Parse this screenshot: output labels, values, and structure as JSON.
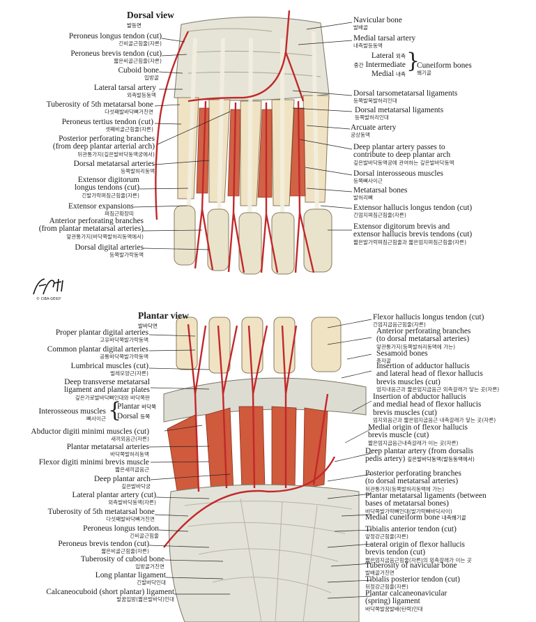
{
  "dorsal": {
    "title": "Dorsal view",
    "title_ko": "발등면",
    "left_labels": [
      {
        "en": "Peroneus longus tendon (cut)",
        "ko": "긴비골근힘줄(자른)"
      },
      {
        "en": "Peroneus brevis tendon (cut)",
        "ko": "짧은비골근힘줄(자른)"
      },
      {
        "en": "Cuboid bone",
        "ko": "입방골"
      },
      {
        "en": "Lateral tarsal artery",
        "ko": "외측발등동맥"
      },
      {
        "en": "Tuberosity of 5th metatarsal bone",
        "ko": "다섯째발바닥뼈거친면"
      },
      {
        "en": "Peroneus tertius tendon (cut)",
        "ko": "셋째비골근힘줄(자른)"
      },
      {
        "en": "Posterior perforating branches",
        "ko": ""
      },
      {
        "en": "(from deep plantar arterial arch)",
        "ko": "뒤관통가지(깊은발바닥동맥궁에서)"
      },
      {
        "en": "Dorsal metatarsal arteries",
        "ko": "등쪽발허리동맥"
      },
      {
        "en": "Extensor digitorum",
        "ko": ""
      },
      {
        "en": "longus tendons (cut)",
        "ko": "긴발가락펴짐근힘줄(자른)"
      },
      {
        "en": "Extensor expansions",
        "ko": "펴짐근확장띠"
      },
      {
        "en": "Anterior perforating branches",
        "ko": ""
      },
      {
        "en": "(from plantar metatarsal arteries)",
        "ko": "앞관통가지(바닥쪽발허리동맥에서)"
      },
      {
        "en": "Dorsal digital arteries",
        "ko": "등쪽발가락동맥"
      }
    ],
    "right_labels": [
      {
        "en": "Navicular bone",
        "ko": "발배골"
      },
      {
        "en": "Medial tarsal artery",
        "ko": "내측발등동맥"
      },
      {
        "en": "Dorsal tarsometatarsal ligaments",
        "ko": "등쪽발목발허리인대"
      },
      {
        "en": "Dorsal metatarsal ligaments",
        "ko": "등쪽발허리인대"
      },
      {
        "en": "Arcuate artery",
        "ko": "궁상동맥"
      },
      {
        "en": "Deep plantar artery passes to",
        "ko": ""
      },
      {
        "en": "contribute to deep plantar arch",
        "ko": "깊은발바닥동맥궁에 관여하는 깊은발바닥동맥"
      },
      {
        "en": "Dorsal interosseous muscles",
        "ko": "등쪽뼈사이근"
      },
      {
        "en": "Metatarsal bones",
        "ko": "발허리뼈"
      },
      {
        "en": "Extensor hallucis longus tendon (cut)",
        "ko": "긴엄지펴짐근힘줄(자른)"
      },
      {
        "en": "Extensor digitorum brevis and",
        "ko": ""
      },
      {
        "en": "extensor hallucis brevis tendons (cut)",
        "ko": "짧은발가락펴짐근힘줄과 짧은엄지펴짐근힘줄(자른)"
      }
    ],
    "cuneiform": {
      "lateral": "Lateral",
      "lateral_ko": "외측",
      "intermediate": "Intermediate",
      "intermediate_ko": "중간",
      "medial": "Medial",
      "medial_ko": "내측",
      "group": "Cuneiform bones",
      "group_ko": "쐐기골"
    }
  },
  "signature": {
    "text": "F. Netter M.D.",
    "sub": "© CIBA-GEIGY"
  },
  "plantar": {
    "title": "Plantar view",
    "title_ko": "발바닥면",
    "left_labels": [
      {
        "en": "Proper plantar digital arteries",
        "ko": "고유바닥쪽발가락동맥"
      },
      {
        "en": "Common plantar digital arteries",
        "ko": "공통바닥쪽발가락동맥"
      },
      {
        "en": "Lumbrical muscles (cut)",
        "ko": "벌레모양근(자른)"
      },
      {
        "en": "Deep transverse metatarsal",
        "ko": ""
      },
      {
        "en": "ligament and plantar plates",
        "ko": "깊은가로발바닥뼈인대와 바닥쪽판"
      },
      {
        "en": "Abductor digiti minimi muscles (cut)",
        "ko": "새끼외음근(자른)"
      },
      {
        "en": "Plantar metatarsal arteries",
        "ko": "바닥쪽발허리동맥"
      },
      {
        "en": "Flexor digiti minimi brevis muscle",
        "ko": "짧은새끼굽음근"
      },
      {
        "en": "Deep plantar arch",
        "ko": "깊은발바닥궁"
      },
      {
        "en": "Lateral plantar artery (cut)",
        "ko": "외측발바닥동맥(자른)"
      },
      {
        "en": "Tuberosity of 5th metatarsal bone",
        "ko": "다섯째발바닥뼈거친면"
      },
      {
        "en": "Peroneus longus tendon",
        "ko": "긴비골근힘줄"
      },
      {
        "en": "Peroneus brevis tendon (cut)",
        "ko": "짧은비골근힘줄(자른)"
      },
      {
        "en": "Tuberosity of cuboid bone",
        "ko": "입방골거친면"
      },
      {
        "en": "Long plantar ligament",
        "ko": "긴발바닥인대"
      },
      {
        "en": "Calcaneocuboid (short plantar) ligament",
        "ko": "발꿈입방(짧은발바닥)인대"
      }
    ],
    "interosseous": {
      "label": "Interosseous muscles",
      "label_ko": "뼈사이근",
      "plantar": "Plantar",
      "plantar_ko": "바닥쪽",
      "dorsal": "Dorsal",
      "dorsal_ko": "등쪽"
    },
    "right_labels": [
      {
        "en": "Flexor hallucis longus tendon (cut)",
        "ko": "긴엄지굽음근힘줄(자른)"
      },
      {
        "en": "Anterior perforating branches",
        "ko": ""
      },
      {
        "en": "(to dorsal metatarsal arteries)",
        "ko": "앞관통가지(등쪽발허리동맥에 가는)"
      },
      {
        "en": "Sesamoid bones",
        "ko": "종자골"
      },
      {
        "en": "Insertion of adductor hallucis",
        "ko": ""
      },
      {
        "en": "and lateral head of flexor hallucis",
        "ko": ""
      },
      {
        "en": "brevis muscles (cut)",
        "ko": "엄지내음근과 짧은엄지굽음근 외측갈래가 닿는 곳(자른)"
      },
      {
        "en": "Insertion of abductor hallucis",
        "ko": ""
      },
      {
        "en": "and medial head of flexor hallucis",
        "ko": ""
      },
      {
        "en": "brevis muscles (cut)",
        "ko": "엄지외음근과 짧은엄지굽음근 내측갈래가 닿는 곳(자른)"
      },
      {
        "en": "Medial origin of flexor hallucis",
        "ko": ""
      },
      {
        "en": "brevis muscle (cut)",
        "ko": "짧은엄지굽음근내측갈래가 이는 곳(자른)"
      },
      {
        "en": "Deep plantar artery (from dorsalis",
        "ko": ""
      },
      {
        "en": "pedis artery)",
        "ko": "깊은발바닥동맥(발등동맥에서)"
      },
      {
        "en": "Posterior perforating branches",
        "ko": ""
      },
      {
        "en": "(to dorsal metatarsal arteries)",
        "ko": "뒤관통가지(등쪽발허리동맥에 가는)"
      },
      {
        "en": "Plantar metatarsal ligaments (between",
        "ko": ""
      },
      {
        "en": "bases of metatarsal bones)",
        "ko": "바닥쪽발가락뼈인대(발가락뼈바닥사이)"
      },
      {
        "en": "Medial cuneiform bone",
        "ko": "내측쐐기골"
      },
      {
        "en": "Tibialis anterior tendon (cut)",
        "ko": "앞정강근힘줄(자른)"
      },
      {
        "en": "Lateral origin of flexor hallucis",
        "ko": ""
      },
      {
        "en": "brevis tendon (cut)",
        "ko": "짧은엄지굽음근힘줄(자른)의 외측갈래가 이는 곳"
      },
      {
        "en": "Tuberosity of navicular bone",
        "ko": "발배골거친면"
      },
      {
        "en": "Tibialis posterior tendon (cut)",
        "ko": "뒤정강근힘줄(자른)"
      },
      {
        "en": "Plantar calcaneonavicular",
        "ko": ""
      },
      {
        "en": "(spring) ligament",
        "ko": "바닥쪽발꿈발배(탄력)인대"
      }
    ]
  },
  "colors": {
    "artery": "#c2282b",
    "muscle": "#cf5a3c",
    "bone": "#efe3c4",
    "ligament": "#dcdcd2",
    "tendon": "#f4efe0"
  }
}
